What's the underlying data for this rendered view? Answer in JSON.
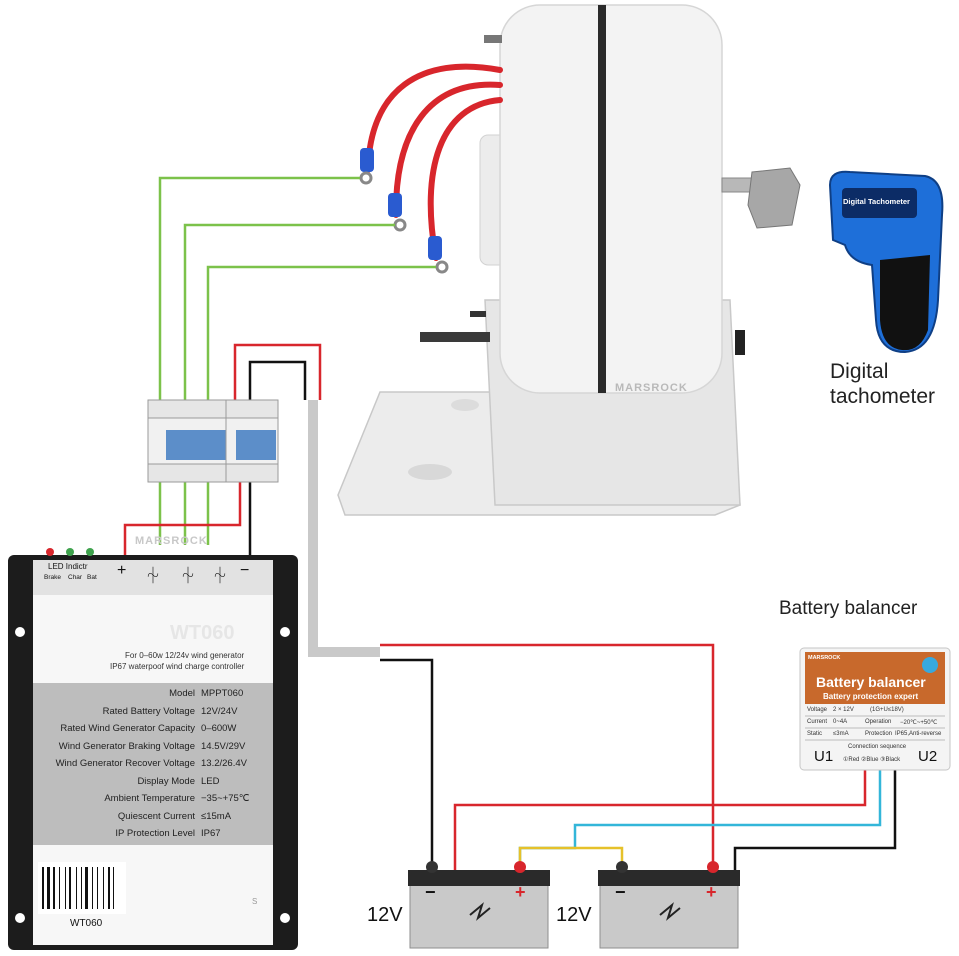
{
  "tachometer": {
    "device_label": "Digital Tachometer",
    "caption_line1": "Digital",
    "caption_line2": "tachometer"
  },
  "generator": {
    "watermark": "MARSROCK"
  },
  "controller": {
    "watermark": "MARSROCK",
    "led_title": "LED Indictr",
    "led_labels": [
      "Brake",
      "Char",
      "Bat"
    ],
    "terminal_labels": [
      "+",
      "⏆",
      "⏆",
      "⏆",
      "−"
    ],
    "model_faded": "WT060",
    "desc_line1": "For 0–60w 12/24v wind generator",
    "desc_line2": "IP67 waterpoof wind charge  controller",
    "specs": [
      {
        "label": "Model",
        "value": "MPPT060"
      },
      {
        "label": "Rated Battery Voltage",
        "value": "12V/24V"
      },
      {
        "label": "Rated Wind Generator Capacity",
        "value": "0–600W"
      },
      {
        "label": "Wind Generator Braking Voltage",
        "value": "14.5V/29V"
      },
      {
        "label": "Wind Generator Recover Voltage",
        "value": "13.2/26.4V"
      },
      {
        "label": "Display Mode",
        "value": "LED"
      },
      {
        "label": "Ambient Temperature",
        "value": "−35~+75℃"
      },
      {
        "label": "Quiescent Current",
        "value": "≤15mA"
      },
      {
        "label": "IP Protection Level",
        "value": "IP67"
      }
    ],
    "barcode_text": "WT060",
    "corner_text": "S"
  },
  "balancer": {
    "caption": "Battery balancer",
    "brand": "MARSROCK",
    "title": "Battery balancer",
    "subtitle": "Battery protection expert",
    "table": [
      [
        "Voltage",
        "2 × 12V",
        "(1G+U≤18V)",
        ""
      ],
      [
        "Current",
        "0~4A",
        "Operation",
        "−20℃~+50℃"
      ],
      [
        "Static",
        "≤3mA",
        "Protection",
        "IP65,Anti-reverse"
      ]
    ],
    "conn_title": "Connection sequence",
    "conn_seq": "①Red  ②Blue  ③Black",
    "u1": "U1",
    "u2": "U2"
  },
  "batteries": [
    {
      "voltage": "12V",
      "neg": "−",
      "pos": "+"
    },
    {
      "voltage": "12V",
      "neg": "−",
      "pos": "+"
    }
  ],
  "colors": {
    "green_wire": "#7cc24a",
    "red_wire": "#d8262c",
    "black_wire": "#111111",
    "cyan_wire": "#33b6d9",
    "yellow_wire": "#e6c12a",
    "balancer_orange": "#c8692c",
    "tach_blue": "#1e6fd9"
  }
}
